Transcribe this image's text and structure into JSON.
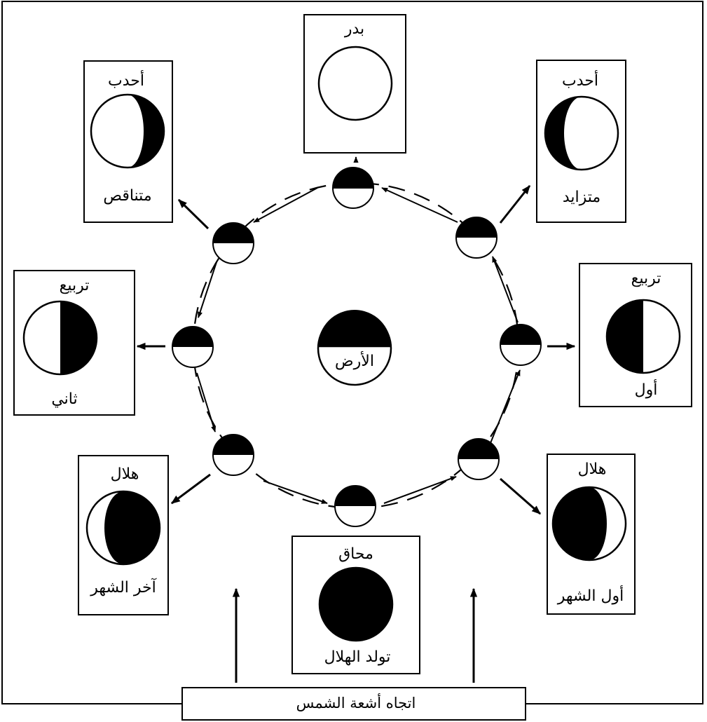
{
  "labels": {
    "full_moon": "بدر",
    "gibbous_waning_top": "أحدب",
    "gibbous_waning_bottom": "متناقص",
    "gibbous_waxing_top": "أحدب",
    "gibbous_waxing_bottom": "متزايد",
    "third_quarter_top": "تربيع",
    "third_quarter_bottom": "ثاني",
    "first_quarter_top": "تربيع",
    "first_quarter_bottom": "أول",
    "crescent_waning_top": "هلال",
    "crescent_waning_bottom": "آخر الشهر",
    "crescent_waxing_top": "هلال",
    "crescent_waxing_bottom": "أول الشهر",
    "new_moon_top": "محاق",
    "new_moon_bottom": "تولد الهلال",
    "earth": "الأرض",
    "sunlight_direction": "اتجاه أشعة الشمس"
  },
  "colors": {
    "ink": "#000000",
    "paper": "#ffffff"
  }
}
